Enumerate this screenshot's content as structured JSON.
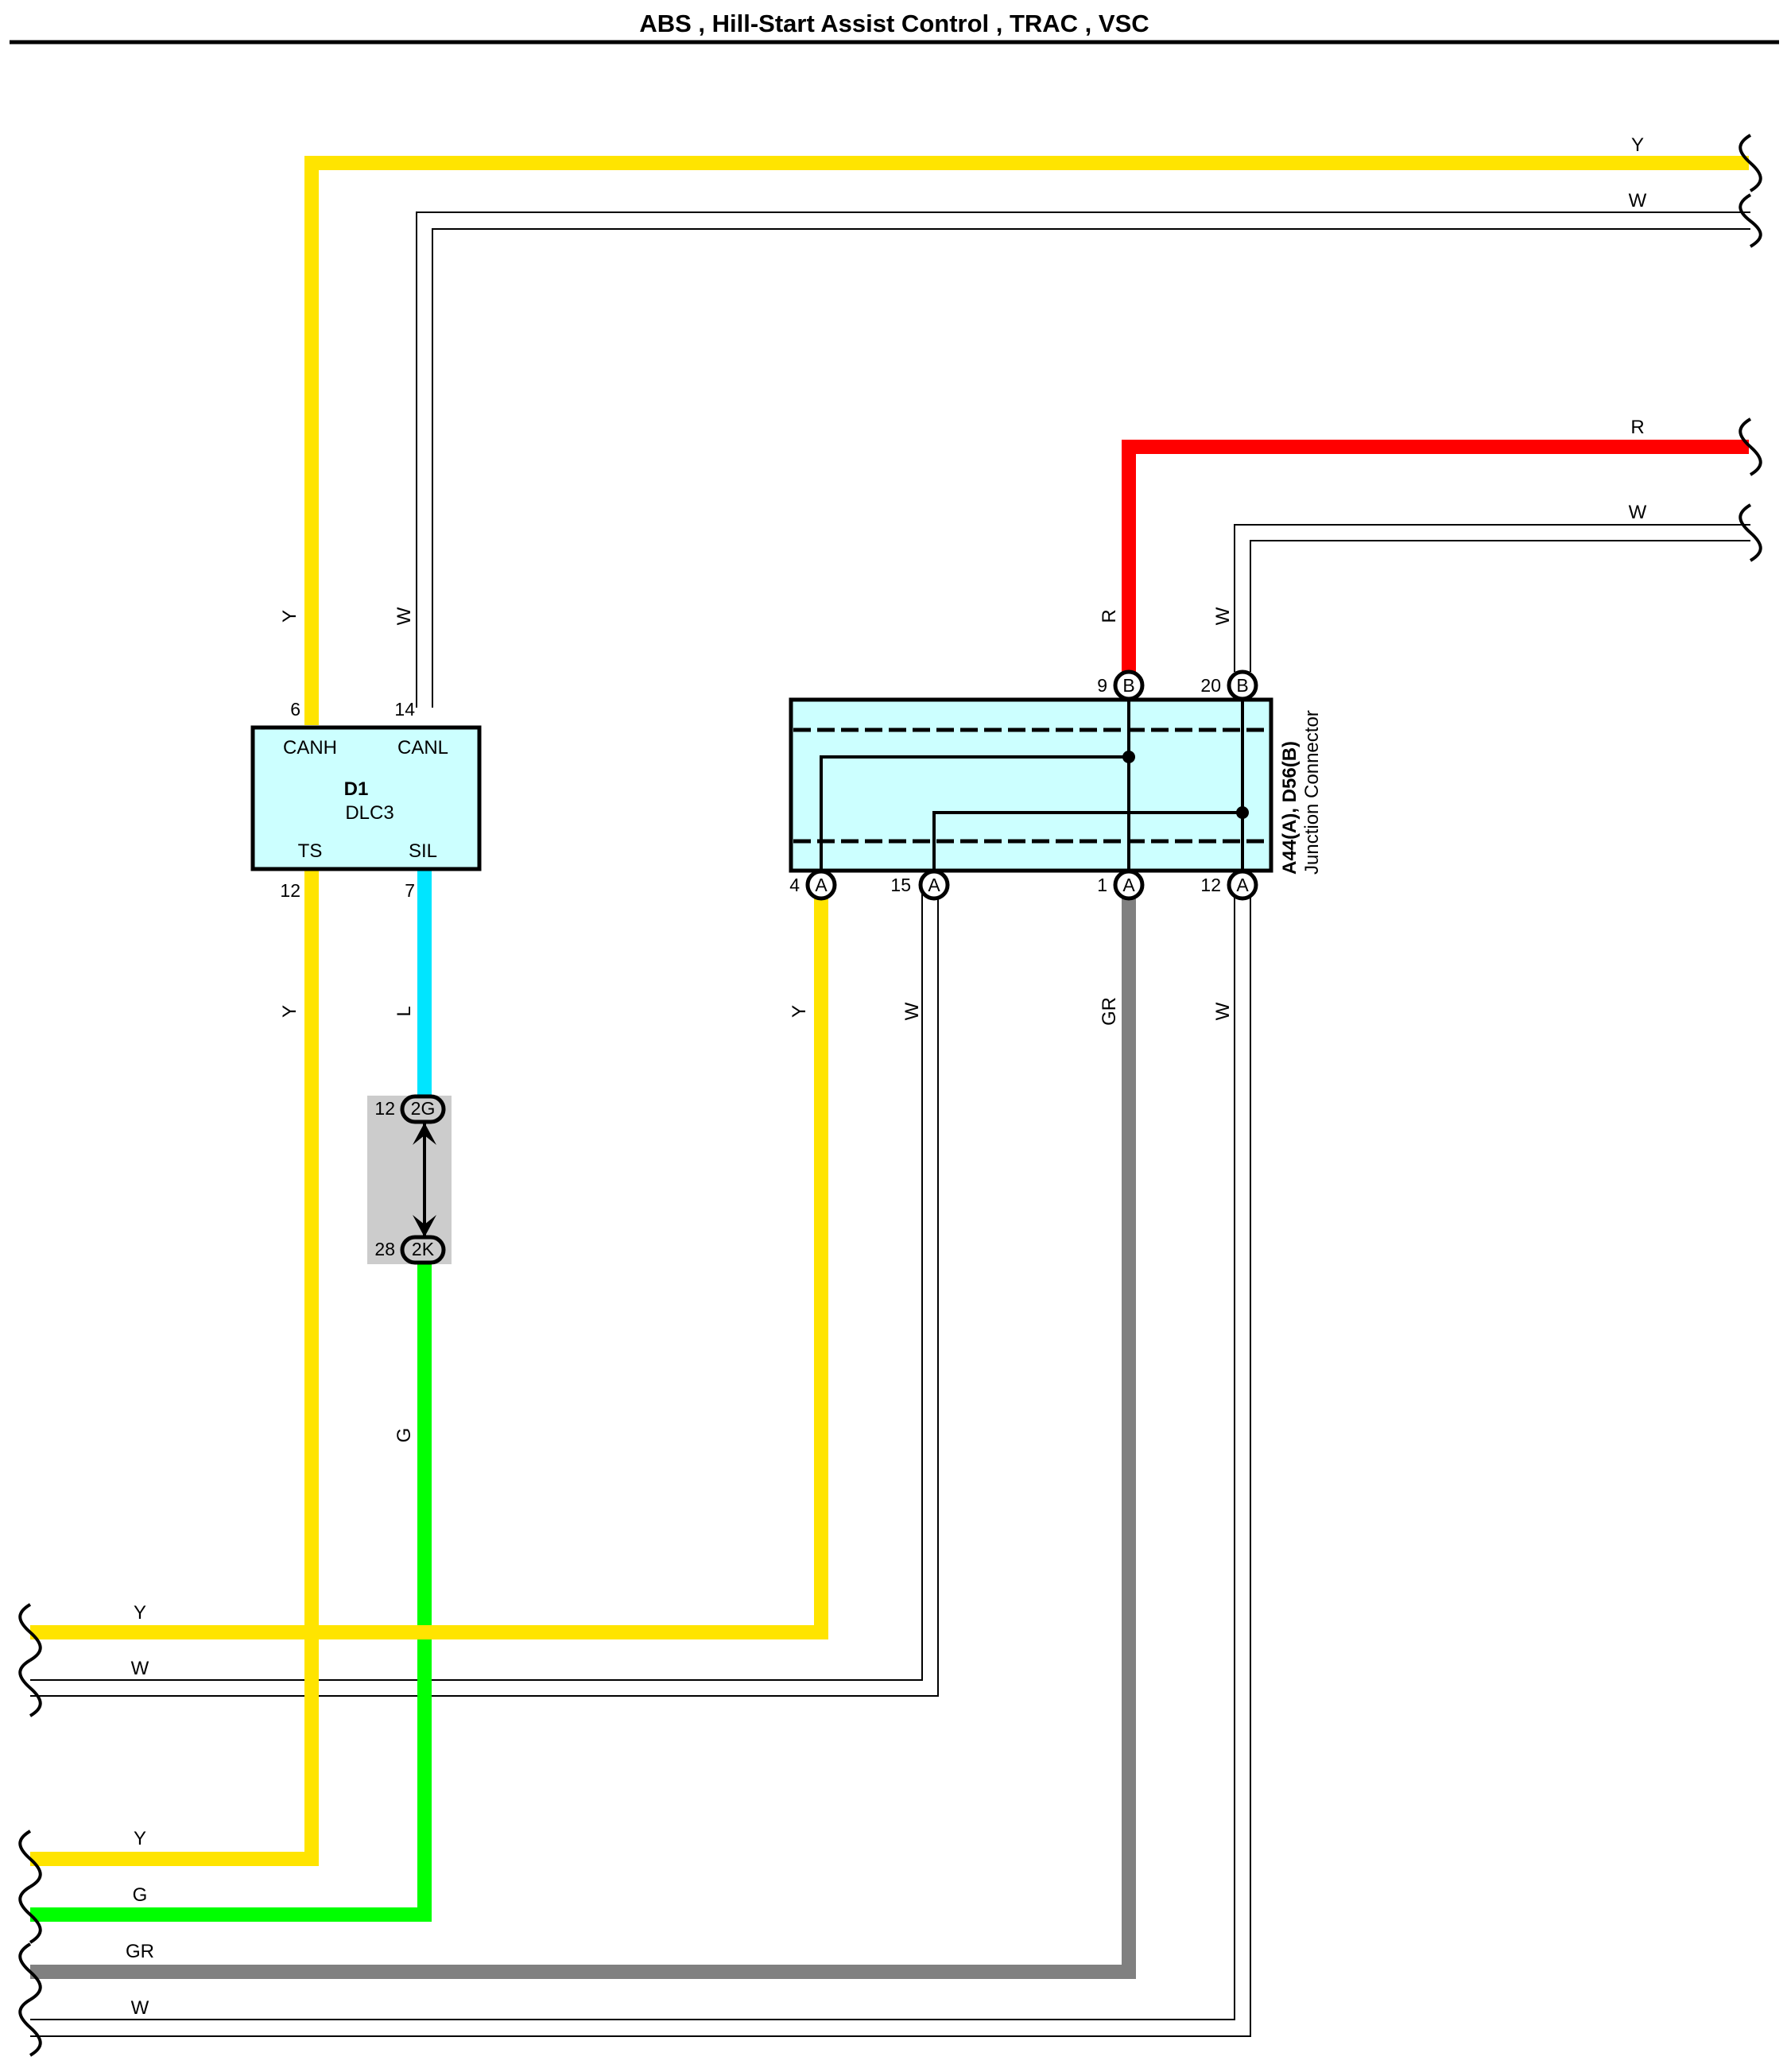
{
  "title": "ABS , Hill-Start Assist Control , TRAC , VSC",
  "colors": {
    "Y": "#ffe400",
    "R": "#ff0000",
    "L": "#00e5ff",
    "G": "#00ff00",
    "GR": "#808080",
    "W": "#ffffff",
    "component_fill": "#ccffff",
    "junction_fill": "#cccccc"
  },
  "dlc3": {
    "id": "D1",
    "name": "DLC3",
    "pins": {
      "canh": {
        "number": "6",
        "label": "CANH"
      },
      "canl": {
        "number": "14",
        "label": "CANL"
      },
      "ts": {
        "number": "12",
        "label": "TS"
      },
      "sil": {
        "number": "7",
        "label": "SIL"
      }
    }
  },
  "junction_connector": {
    "id_line": "A44(A), D56(B)",
    "name": "Junction Connector",
    "top_pins": [
      {
        "number": "9",
        "tag": "B"
      },
      {
        "number": "20",
        "tag": "B"
      }
    ],
    "bottom_pins": [
      {
        "number": "4",
        "tag": "A"
      },
      {
        "number": "15",
        "tag": "A"
      },
      {
        "number": "1",
        "tag": "A"
      },
      {
        "number": "12",
        "tag": "A"
      }
    ]
  },
  "inline_connector": {
    "upper": {
      "number": "12",
      "tag": "2G"
    },
    "lower": {
      "number": "28",
      "tag": "2K"
    }
  },
  "wire_labels": {
    "top_y": "Y",
    "top_w": "W",
    "top_r": "R",
    "top_w2": "W",
    "canh_y": "Y",
    "canl_w": "W",
    "jb9_r": "R",
    "jb20_w": "W",
    "ts_y": "Y",
    "sil_l": "L",
    "silg_g": "G",
    "ja4_y": "Y",
    "ja15_w": "W",
    "ja1_gr": "GR",
    "ja12_w": "W",
    "left_y1": "Y",
    "left_w1": "W",
    "left_y2": "Y",
    "left_g": "G",
    "left_gr": "GR",
    "left_w2": "W"
  }
}
